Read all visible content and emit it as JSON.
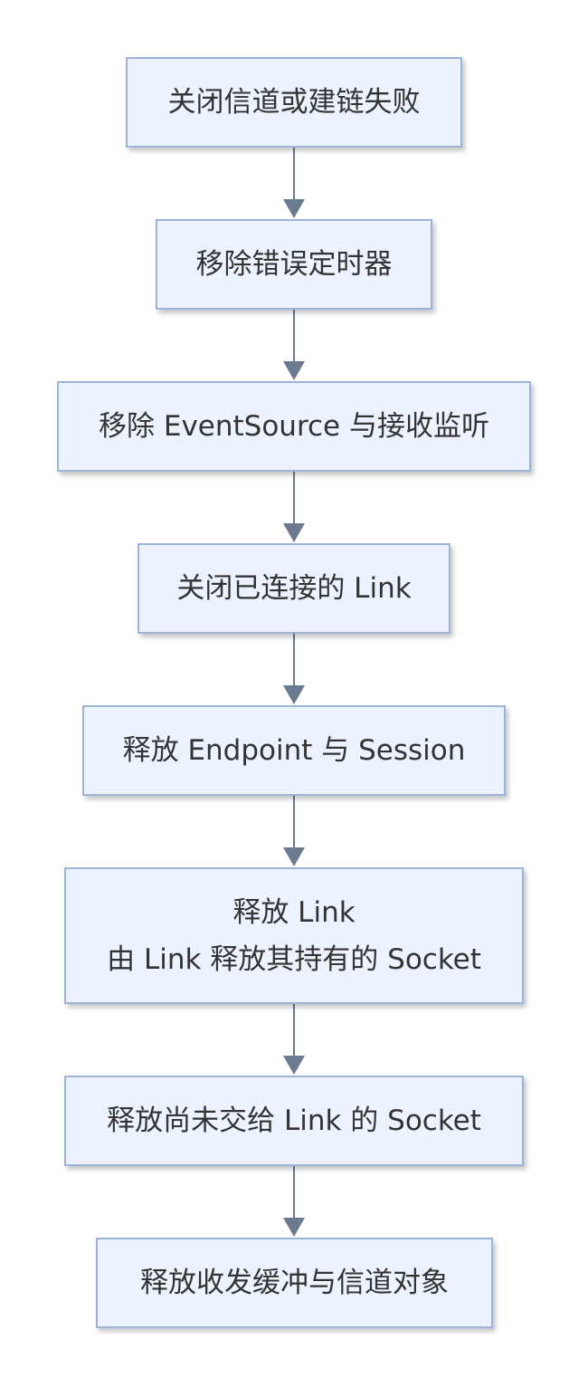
{
  "flowchart": {
    "steps": [
      {
        "lines": [
          "关闭信道或建链失败"
        ]
      },
      {
        "lines": [
          "移除错误定时器"
        ]
      },
      {
        "lines": [
          "移除 EventSource 与接收监听"
        ]
      },
      {
        "lines": [
          "关闭已连接的 Link"
        ]
      },
      {
        "lines": [
          "释放 Endpoint 与 Session"
        ]
      },
      {
        "lines": [
          "释放 Link",
          "由 Link 释放其持有的 Socket"
        ]
      },
      {
        "lines": [
          "释放尚未交给 Link 的 Socket"
        ]
      },
      {
        "lines": [
          "释放收发缓冲与信道对象"
        ]
      }
    ],
    "colors": {
      "node_fill": "#ecf3fe",
      "node_border": "#9eb3d9",
      "arrow": "#6b7a8f",
      "text": "#333333"
    }
  }
}
